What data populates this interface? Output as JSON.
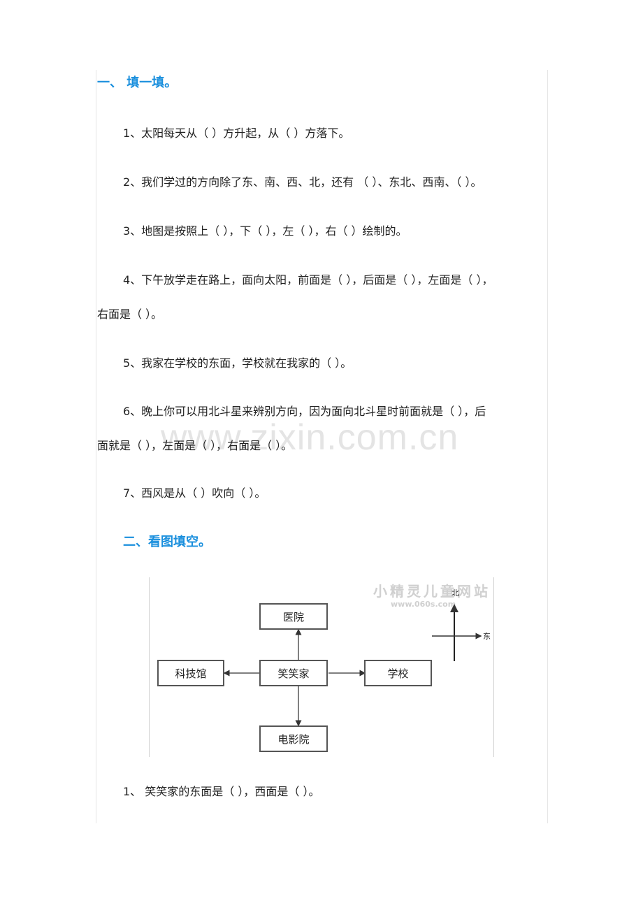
{
  "section1": {
    "title": "一、  填一填。",
    "questions": [
      "1、太阳每天从（ ）方升起，从（ ）方落下。",
      "2、我们学过的方向除了东、南、西、北，还有 （ ）、东北、西南、（ ）。",
      "3、地图是按照上（ ），下（ ），左（ ），右（ ）绘制的。",
      "4、下午放学走在路上，面向太阳，前面是（ ），后面是（ ），左面是（ ），",
      "右面是（ ）。",
      "5、我家在学校的东面，学校就在我家的（ ）。",
      "6、晚上你可以用北斗星来辨别方向，因为面向北斗星时前面就是（ ），后",
      "面就是（ ），左面是（ ），右面是（ ）。",
      "7、西风是从（ ）吹向（ ）。"
    ]
  },
  "section2": {
    "title": "二、看图填空。",
    "figure": {
      "watermark_cn": "小精灵儿童网站",
      "watermark_url": "www.060s.com",
      "center": "笑笑家",
      "north": "医院",
      "south": "电影院",
      "west": "科技馆",
      "east": "学校",
      "compass_north": "北",
      "compass_east": "东"
    },
    "questions": [
      "1、  笑笑家的东面是（ ），西面是（ ）。"
    ]
  },
  "watermark": "www.zixin.com.cn",
  "colors": {
    "heading": "#1a8fdd",
    "text": "#222222",
    "border": "#e6e6e6"
  }
}
